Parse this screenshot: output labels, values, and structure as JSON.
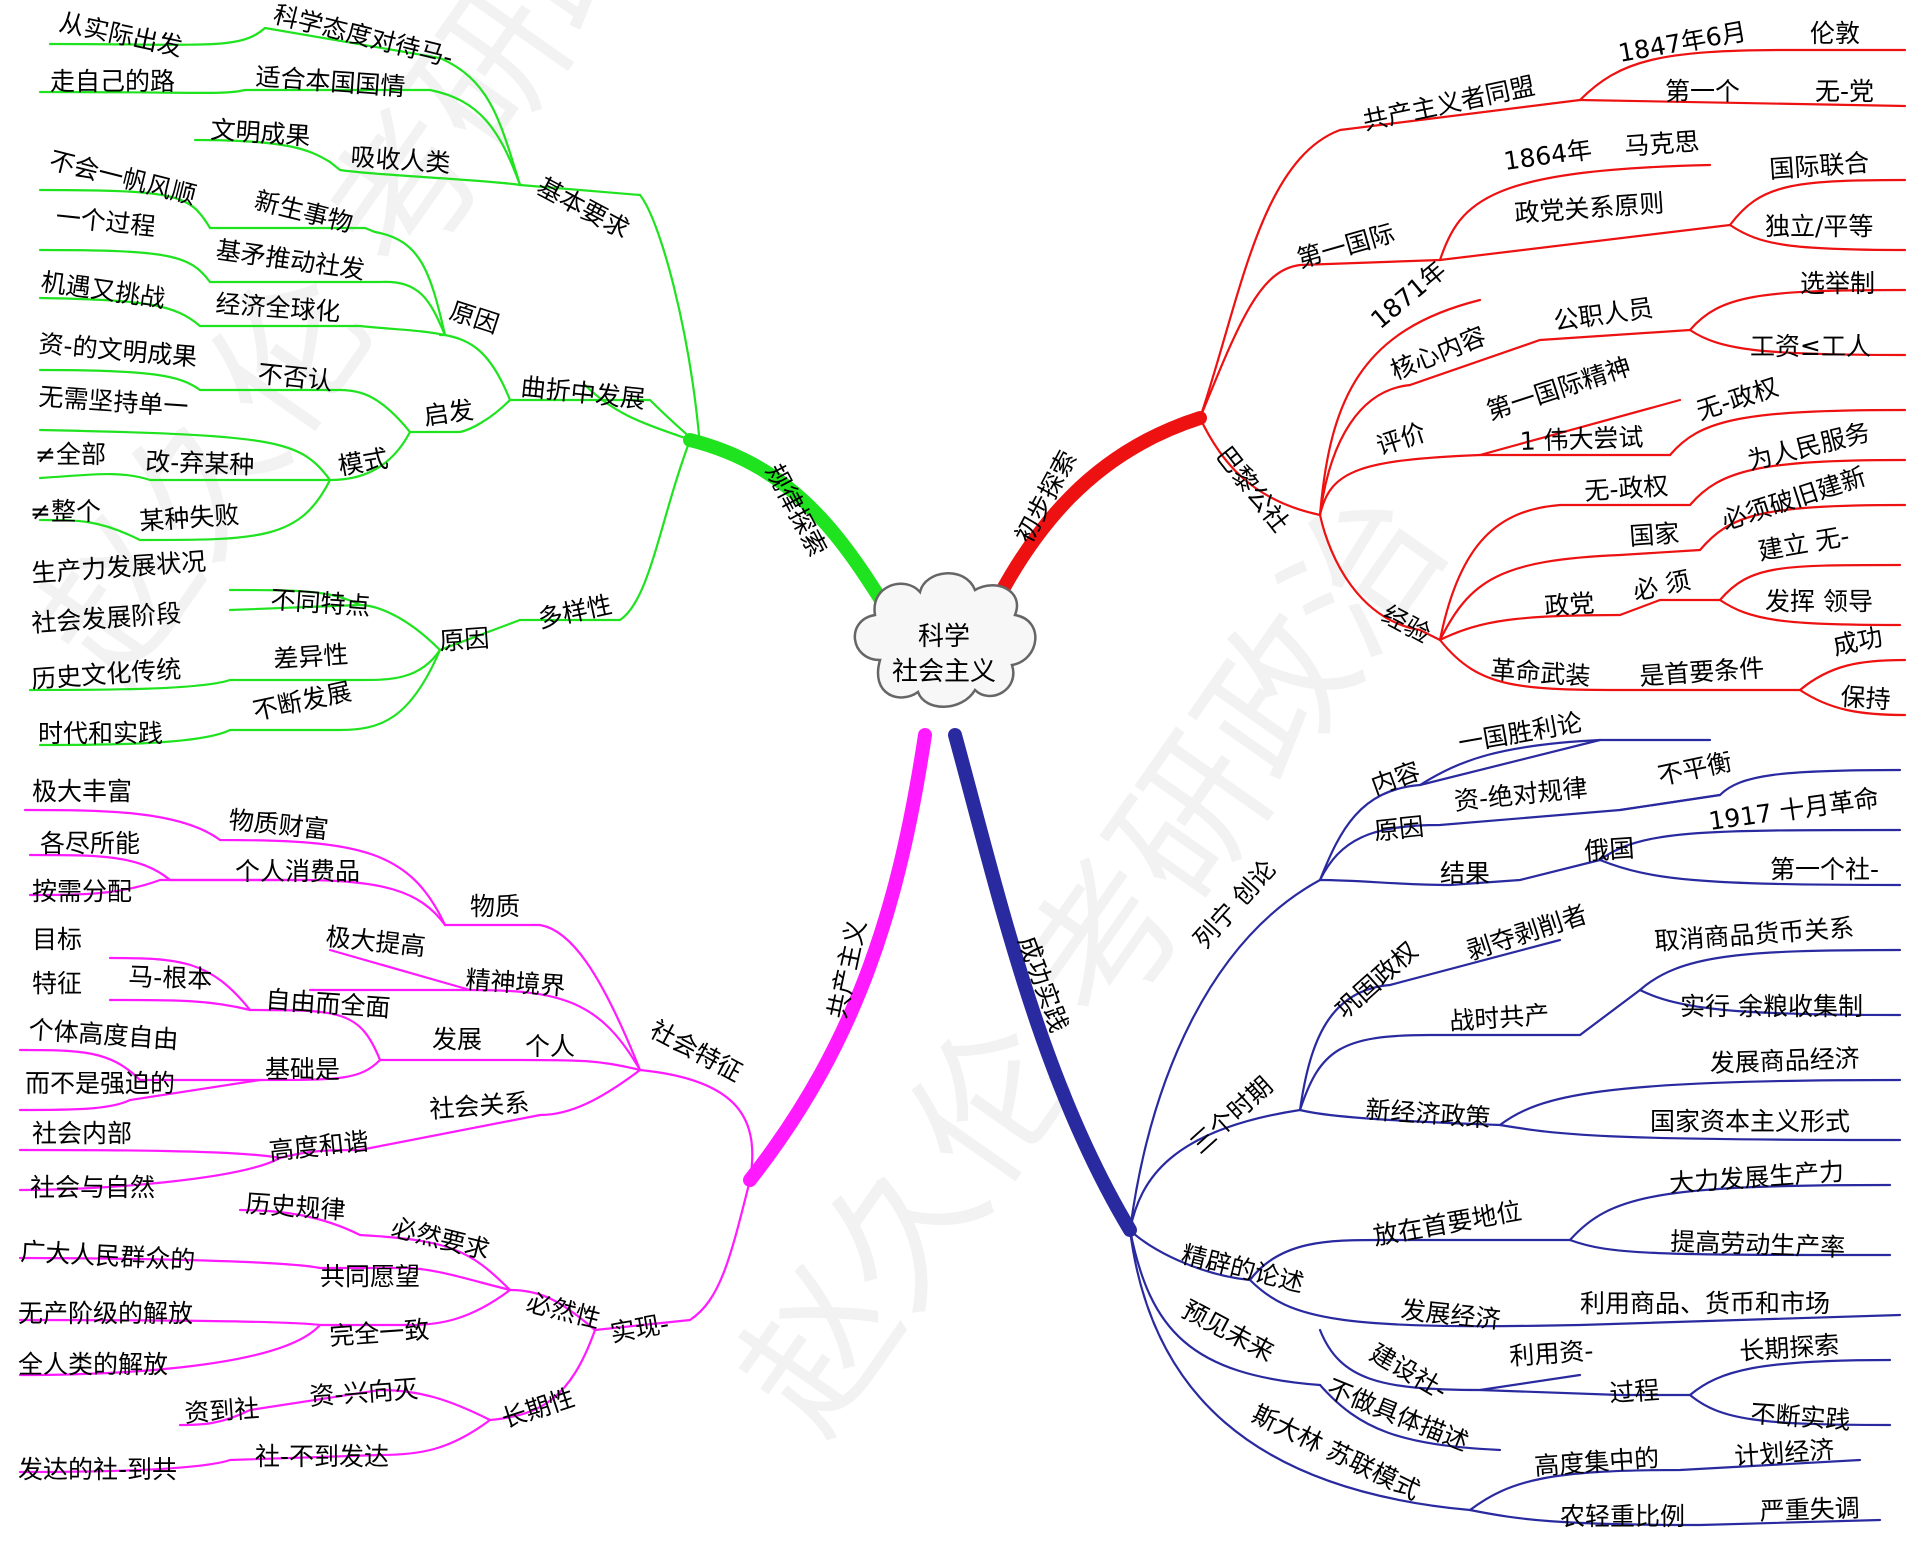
{
  "center": {
    "line1": "科学",
    "line2": "社会主义"
  },
  "watermark": "赵久伦 考研政治",
  "colors": {
    "green": "#1ee31e",
    "red": "#ee1111",
    "magenta": "#ff1aff",
    "navy": "#2a2aa0"
  },
  "branches": {
    "guilv": {
      "label": "规律探索",
      "jiben": "基本要求",
      "b1": "科学态度对待马-",
      "b1a": "从实际出发",
      "b2": "适合本国国情",
      "b2a": "走自己的路",
      "b3": "吸收人类",
      "b3a": "文明成果",
      "quzhe": "曲折中发展",
      "yuanyin": "原因",
      "r1": "新生事物",
      "r1a": "不会一帆风顺",
      "r2": "基矛推动社发",
      "r2a": "一个过程",
      "r3": "经济全球化",
      "r3a": "机遇又挑战",
      "qifa": "启发",
      "q1": "不否认",
      "q1a": "资-的文明成果",
      "moshi": "模式",
      "m1": "无需坚持单一",
      "m2": "改-弃某种",
      "m2a": "≠全部",
      "m3": "某种失败",
      "m3a": "≠整个",
      "duoyang": "多样性",
      "dyuan": "原因",
      "d1": "不同特点",
      "d1a": "生产力发展状况",
      "d1b": "社会发展阶段",
      "d2": "差异性",
      "d2a": "历史文化传统",
      "d3": "不断发展",
      "d3a": "时代和实践"
    },
    "chubu": {
      "label": "初步探索",
      "gmh": "共产主义者同盟",
      "g1": "1847年6月",
      "g1a": "伦敦",
      "g2": "第一个",
      "g2a": "无-党",
      "dygj": "第一国际",
      "y1": "1864年",
      "y1a": "马克思",
      "y2": "政党关系原则",
      "y2a": "国际联合",
      "y2b": "独立/平等",
      "blgs": "巴黎公社",
      "p0": "1871年",
      "p1": "核心内容",
      "p1a": "公职人员",
      "p1b": "选举制",
      "p1c": "工资≤工人",
      "p2": "评价",
      "p2a": "第一国际精神",
      "p2b": "1  伟大尝试",
      "p2c": "无-政权",
      "jy": "经验",
      "j1": "无-政权",
      "j1a": "为人民服务",
      "j2": "国家",
      "j2a": "必须破旧建新",
      "j3": "政党",
      "j3a": "必 须",
      "j3b": "建立  无-",
      "j3c": "发挥  领导",
      "j4": "革命武装",
      "j4a": "是首要条件",
      "j4b": "成功",
      "j4c": "保持"
    },
    "gongchan": {
      "label": "共产主义",
      "shtz": "社会特征",
      "wz": "物质",
      "w1": "物质财富",
      "w1a": "极大丰富",
      "w2": "个人消费品",
      "w2a": "各尽所能",
      "w2b": "按需分配",
      "jsjj": "精神境界",
      "jsjja": "极大提高",
      "geren": "个人",
      "fz": "发展",
      "zyqm": "自由而全面",
      "mgb": "马-根本",
      "mb": "目标",
      "tz": "特征",
      "jcs": "基础是",
      "jc1": "个体高度自由",
      "jc2": "而不是强迫的",
      "shgx": "社会关系",
      "gdhx": "高度和谐",
      "sh1": "社会内部",
      "sh2": "社会与自然",
      "sx": "实现-",
      "brx": "必然性",
      "br1": "必然要求",
      "br1a": "历史规律",
      "br2": "共同愿望",
      "br2a": "广大人民群众的",
      "br3": "完全一致",
      "br3a": "无产阶级的解放",
      "br3b": "全人类的解放",
      "cqx": "长期性",
      "c1": "资-兴向灭",
      "c1a": "资到社",
      "c2": "社-不到发达",
      "c2a": "发达的社-到共"
    },
    "chenggong": {
      "label": "成功实践",
      "lnch": "列宁  创论",
      "nr": "内容",
      "nra": "一国胜利论",
      "yy": "原因",
      "yya": "资-绝对规律",
      "yyb": "不平衡",
      "jg": "结果",
      "jga": "俄国",
      "jgb": "1917  十月革命",
      "jgc": "第一个社-",
      "sgsq": "三个时期",
      "ggzq": "巩固政权",
      "ggzqa": "剥夺剥削者",
      "zsgc": "战时共产",
      "zs1": "取消商品货币关系",
      "zs2": "实行  余粮收集制",
      "xjj": "新经济政策",
      "xj1": "发展商品经济",
      "xj2": "国家资本主义形式",
      "jplz": "精辟的论述",
      "zysw": "放在首要地位",
      "zy1": "大力发展生产力",
      "zy2": "提高劳动生产率",
      "fzjj": "发展经济",
      "fzjja": "利用商品、货币和市场",
      "jss": "建设社-",
      "jssa": "利用资-",
      "gc": "过程",
      "gc1": "长期探索",
      "gc2": "不断实践",
      "yjwl": "预见未来",
      "yjwla": "不做具体描述",
      "sdl": "斯大林  苏联模式",
      "gdjz": "高度集中的",
      "gdjza": "计划经济",
      "nq": "农轻重比例",
      "nqa": "严重失调"
    }
  }
}
